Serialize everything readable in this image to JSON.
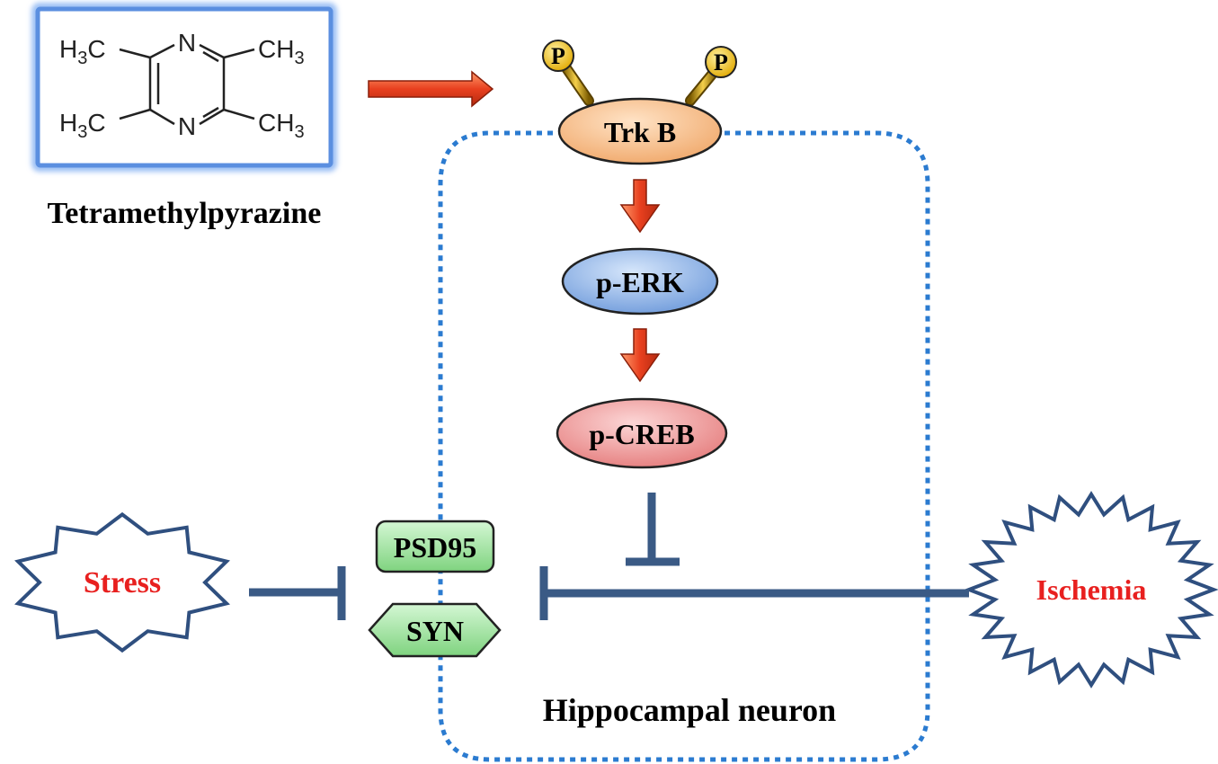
{
  "molecule": {
    "name": "Tetramethylpyrazine",
    "substituents": {
      "top_left": "H3C",
      "top_right": "CH3",
      "bottom_left": "H3C",
      "bottom_right": "CH3"
    },
    "ring_atoms": {
      "top": "N",
      "bottom": "N"
    },
    "box_color": "#5b8fe0"
  },
  "receptor": {
    "label": "Trk B",
    "phospho_label": "P",
    "fill": "#f6c08f"
  },
  "cascade": [
    {
      "label": "p-ERK",
      "fill": "#8fb3e6"
    },
    {
      "label": "p-CREB",
      "fill": "#ef9a9a"
    }
  ],
  "synaptic_proteins": [
    {
      "label": "PSD95",
      "fill": "#9ae09a"
    },
    {
      "label": "SYN",
      "fill": "#9ae09a"
    }
  ],
  "insults": {
    "left": {
      "label": "Stress",
      "text_color": "#e8201f",
      "outline": "#2f4f7f"
    },
    "right": {
      "label": "Ischemia",
      "text_color": "#e8201f",
      "outline": "#2f4f7f"
    }
  },
  "cell": {
    "label": "Hippocampal neuron",
    "border_color": "#2b7bd0"
  },
  "colors": {
    "activation_arrow": "#e8401f",
    "inhibition_line": "#3a5a85"
  }
}
